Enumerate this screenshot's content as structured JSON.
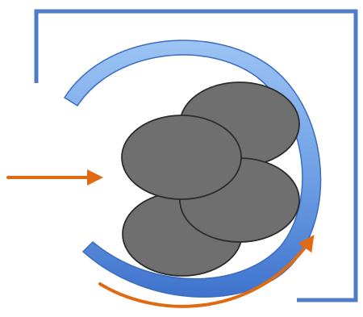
{
  "diagram": {
    "colors": {
      "frame": "#4F7CC6",
      "arc_light": "#9CC4F4",
      "arc_mid": "#6D9EE4",
      "arc_dark": "#3F73CC",
      "arc_stroke": "#3A6DC0",
      "disc_fill": "#6F6F6F",
      "disc_stroke": "#2C2C2C",
      "arrow": "#E06A14"
    },
    "elements": {
      "frame": "open-bracket-frame",
      "arc": "curved-guide-band",
      "discs": [
        "ellipse",
        "ellipse",
        "ellipse",
        "ellipse"
      ],
      "arrows": [
        "straight-inflow-arrow",
        "curved-arrow"
      ]
    }
  }
}
